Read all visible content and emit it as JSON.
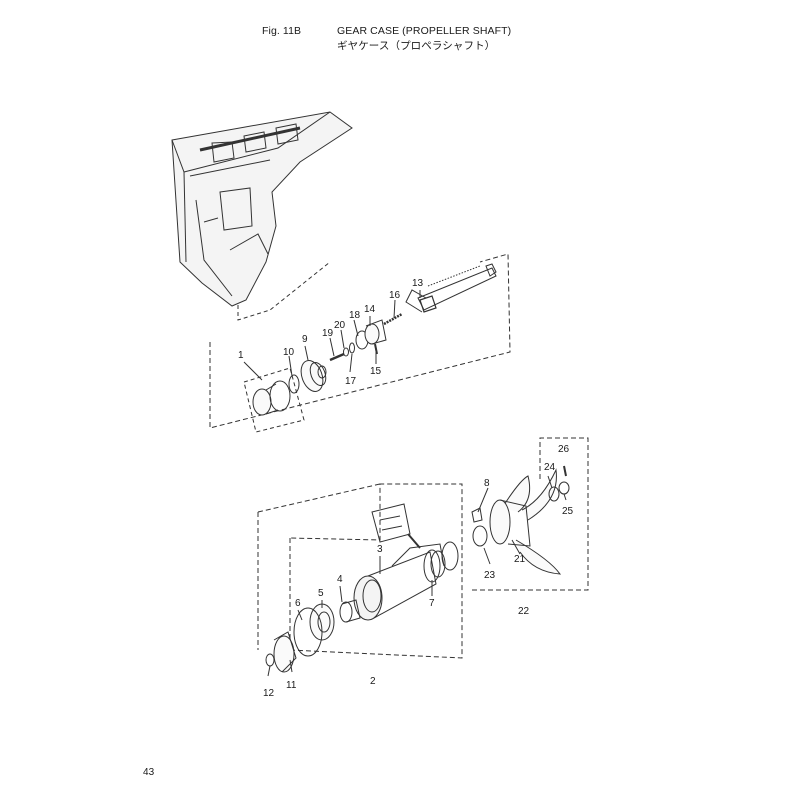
{
  "header": {
    "figure_number": "Fig. 11B",
    "title_en": "GEAR CASE (PROPELLER SHAFT)",
    "title_jp": "ギヤケース（プロペラシャフト）"
  },
  "page_number": "43",
  "callouts": [
    "1",
    "2",
    "3",
    "4",
    "5",
    "6",
    "7",
    "8",
    "9",
    "10",
    "11",
    "12",
    "13",
    "14",
    "15",
    "16",
    "17",
    "18",
    "19",
    "20",
    "21",
    "22",
    "23",
    "24",
    "25",
    "26"
  ]
}
